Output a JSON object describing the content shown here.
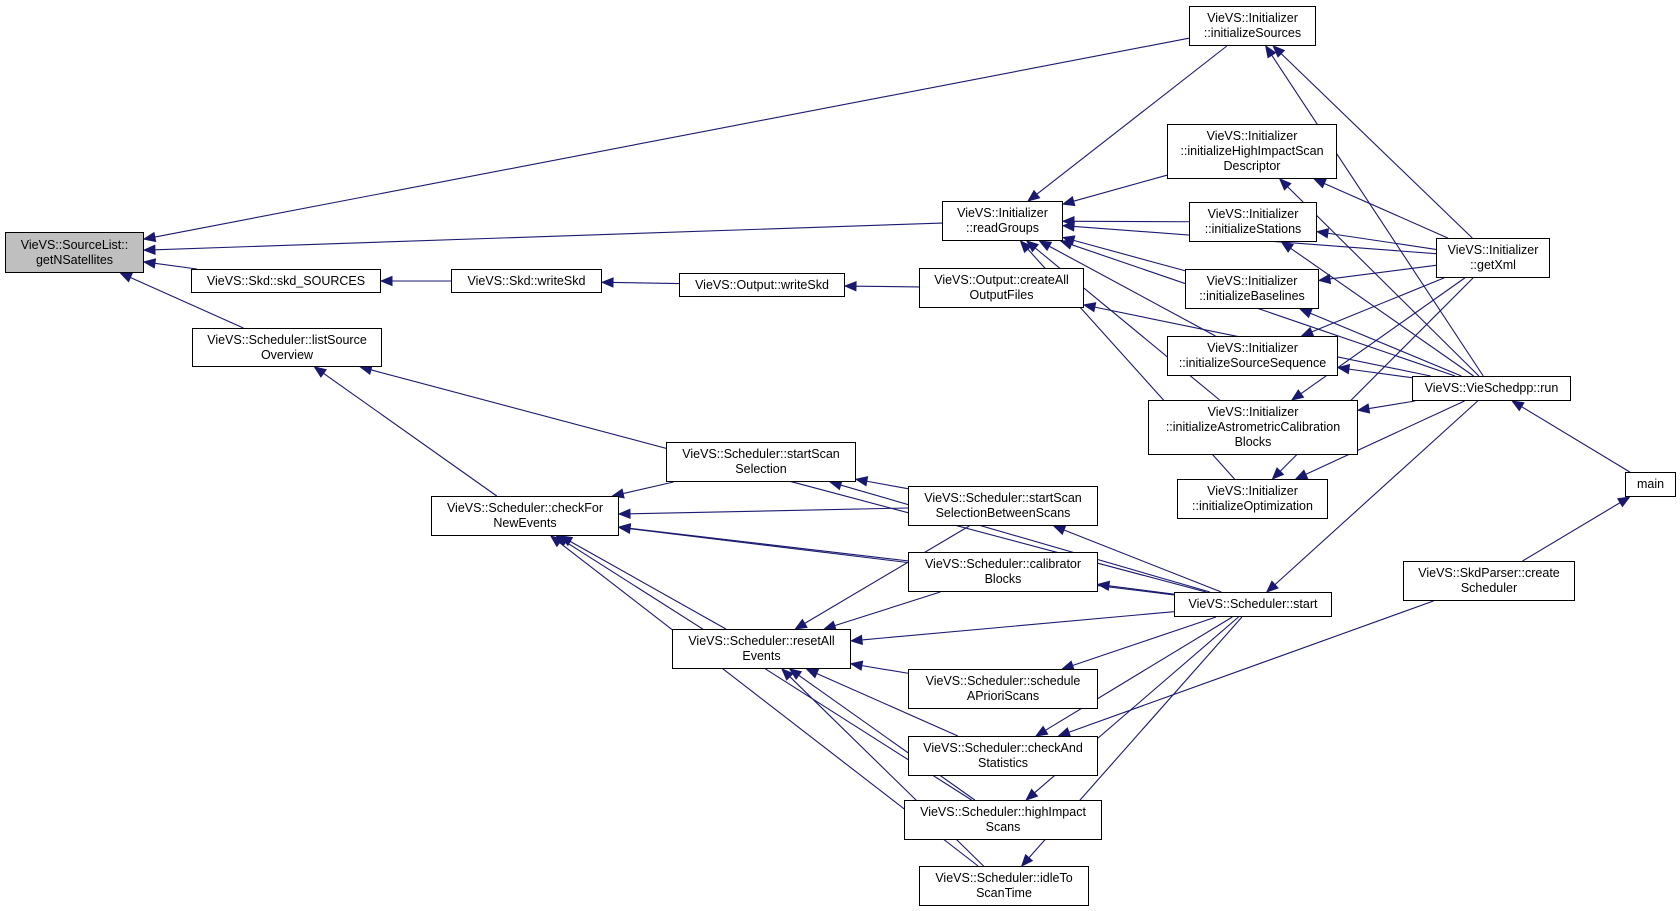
{
  "graph": {
    "edge_color": "#191970",
    "focus_fill": "#bfbfbf",
    "nodes": [
      {
        "id": "sourcelist_getnsatellites",
        "lines": [
          "VieVS::SourceList::",
          "getNSatellites"
        ],
        "focus": true
      },
      {
        "id": "skd_skd_sources",
        "lines": [
          "VieVS::Skd::skd_SOURCES"
        ]
      },
      {
        "id": "scheduler_listsourceoverview",
        "lines": [
          "VieVS::Scheduler::listSource",
          "Overview"
        ]
      },
      {
        "id": "skd_writeskd",
        "lines": [
          "VieVS::Skd::writeSkd"
        ]
      },
      {
        "id": "output_writeskd",
        "lines": [
          "VieVS::Output::writeSkd"
        ]
      },
      {
        "id": "output_createalloutputfiles",
        "lines": [
          "VieVS::Output::createAll",
          "OutputFiles"
        ]
      },
      {
        "id": "initializer_readgroups",
        "lines": [
          "VieVS::Initializer",
          "::readGroups"
        ]
      },
      {
        "id": "initializer_initializesources",
        "lines": [
          "VieVS::Initializer",
          "::initializeSources"
        ]
      },
      {
        "id": "initializer_initializehighimpactscandescriptor",
        "lines": [
          "VieVS::Initializer",
          "::initializeHighImpactScan",
          "Descriptor"
        ]
      },
      {
        "id": "initializer_initializestations",
        "lines": [
          "VieVS::Initializer",
          "::initializeStations"
        ]
      },
      {
        "id": "initializer_initializebaselines",
        "lines": [
          "VieVS::Initializer",
          "::initializeBaselines"
        ]
      },
      {
        "id": "initializer_initializesourcesequence",
        "lines": [
          "VieVS::Initializer",
          "::initializeSourceSequence"
        ]
      },
      {
        "id": "initializer_initializeastrometriccalibrationblocks",
        "lines": [
          "VieVS::Initializer",
          "::initializeAstrometricCalibration",
          "Blocks"
        ]
      },
      {
        "id": "initializer_initializeoptimization",
        "lines": [
          "VieVS::Initializer",
          "::initializeOptimization"
        ]
      },
      {
        "id": "initializer_getxml",
        "lines": [
          "VieVS::Initializer",
          "::getXml"
        ]
      },
      {
        "id": "vieschedpp_run",
        "lines": [
          "VieVS::VieSchedpp::run"
        ]
      },
      {
        "id": "main",
        "lines": [
          "main"
        ]
      },
      {
        "id": "skdparser_createscheduler",
        "lines": [
          "VieVS::SkdParser::create",
          "Scheduler"
        ]
      },
      {
        "id": "scheduler_checkfornewevents",
        "lines": [
          "VieVS::Scheduler::checkFor",
          "NewEvents"
        ]
      },
      {
        "id": "scheduler_startscanselection",
        "lines": [
          "VieVS::Scheduler::startScan",
          "Selection"
        ]
      },
      {
        "id": "scheduler_startscanselectionbetweenscans",
        "lines": [
          "VieVS::Scheduler::startScan",
          "SelectionBetweenScans"
        ]
      },
      {
        "id": "scheduler_calibratorblocks",
        "lines": [
          "VieVS::Scheduler::calibrator",
          "Blocks"
        ]
      },
      {
        "id": "scheduler_start",
        "lines": [
          "VieVS::Scheduler::start"
        ]
      },
      {
        "id": "scheduler_resetallevents",
        "lines": [
          "VieVS::Scheduler::resetAll",
          "Events"
        ]
      },
      {
        "id": "scheduler_scheduleaprioriscans",
        "lines": [
          "VieVS::Scheduler::schedule",
          "APrioriScans"
        ]
      },
      {
        "id": "scheduler_checkandstatistics",
        "lines": [
          "VieVS::Scheduler::checkAnd",
          "Statistics"
        ]
      },
      {
        "id": "scheduler_highimpactscans",
        "lines": [
          "VieVS::Scheduler::highImpact",
          "Scans"
        ]
      },
      {
        "id": "scheduler_idletoscantime",
        "lines": [
          "VieVS::Scheduler::idleTo",
          "ScanTime"
        ]
      }
    ],
    "edges": [
      [
        "skd_skd_sources",
        "sourcelist_getnsatellites"
      ],
      [
        "scheduler_listsourceoverview",
        "sourcelist_getnsatellites"
      ],
      [
        "initializer_readgroups",
        "sourcelist_getnsatellites"
      ],
      [
        "initializer_initializesources",
        "sourcelist_getnsatellites"
      ],
      [
        "skd_writeskd",
        "skd_skd_sources"
      ],
      [
        "output_writeskd",
        "skd_writeskd"
      ],
      [
        "output_createalloutputfiles",
        "output_writeskd"
      ],
      [
        "vieschedpp_run",
        "output_createalloutputfiles"
      ],
      [
        "scheduler_checkfornewevents",
        "scheduler_listsourceoverview"
      ],
      [
        "scheduler_start",
        "scheduler_listsourceoverview"
      ],
      [
        "initializer_initializesources",
        "initializer_readgroups"
      ],
      [
        "initializer_initializehighimpactscandescriptor",
        "initializer_readgroups"
      ],
      [
        "initializer_initializestations",
        "initializer_readgroups"
      ],
      [
        "initializer_initializebaselines",
        "initializer_readgroups"
      ],
      [
        "initializer_initializesourcesequence",
        "initializer_readgroups"
      ],
      [
        "initializer_initializeastrometriccalibrationblocks",
        "initializer_readgroups"
      ],
      [
        "initializer_initializeoptimization",
        "initializer_readgroups"
      ],
      [
        "initializer_getxml",
        "initializer_readgroups"
      ],
      [
        "vieschedpp_run",
        "initializer_readgroups"
      ],
      [
        "initializer_getxml",
        "initializer_initializesources"
      ],
      [
        "vieschedpp_run",
        "initializer_initializesources"
      ],
      [
        "initializer_getxml",
        "initializer_initializehighimpactscandescriptor"
      ],
      [
        "vieschedpp_run",
        "initializer_initializehighimpactscandescriptor"
      ],
      [
        "initializer_getxml",
        "initializer_initializestations"
      ],
      [
        "vieschedpp_run",
        "initializer_initializestations"
      ],
      [
        "initializer_getxml",
        "initializer_initializebaselines"
      ],
      [
        "vieschedpp_run",
        "initializer_initializebaselines"
      ],
      [
        "initializer_getxml",
        "initializer_initializesourcesequence"
      ],
      [
        "vieschedpp_run",
        "initializer_initializesourcesequence"
      ],
      [
        "initializer_getxml",
        "initializer_initializeastrometriccalibrationblocks"
      ],
      [
        "vieschedpp_run",
        "initializer_initializeastrometriccalibrationblocks"
      ],
      [
        "initializer_getxml",
        "initializer_initializeoptimization"
      ],
      [
        "vieschedpp_run",
        "initializer_initializeoptimization"
      ],
      [
        "main",
        "vieschedpp_run"
      ],
      [
        "skdparser_createscheduler",
        "main"
      ],
      [
        "scheduler_startscanselection",
        "scheduler_checkfornewevents"
      ],
      [
        "scheduler_startscanselectionbetweenscans",
        "scheduler_checkfornewevents"
      ],
      [
        "scheduler_calibratorblocks",
        "scheduler_checkfornewevents"
      ],
      [
        "scheduler_resetallevents",
        "scheduler_checkfornewevents"
      ],
      [
        "scheduler_highimpactscans",
        "scheduler_checkfornewevents"
      ],
      [
        "scheduler_idletoscantime",
        "scheduler_checkfornewevents"
      ],
      [
        "scheduler_start",
        "scheduler_checkfornewevents"
      ],
      [
        "scheduler_startscanselectionbetweenscans",
        "scheduler_startscanselection"
      ],
      [
        "scheduler_start",
        "scheduler_startscanselection"
      ],
      [
        "scheduler_start",
        "scheduler_startscanselectionbetweenscans"
      ],
      [
        "scheduler_start",
        "scheduler_calibratorblocks"
      ],
      [
        "vieschedpp_run",
        "scheduler_start"
      ],
      [
        "scheduler_startscanselectionbetweenscans",
        "scheduler_resetallevents"
      ],
      [
        "scheduler_calibratorblocks",
        "scheduler_resetallevents"
      ],
      [
        "scheduler_start",
        "scheduler_resetallevents"
      ],
      [
        "scheduler_scheduleaprioriscans",
        "scheduler_resetallevents"
      ],
      [
        "scheduler_checkandstatistics",
        "scheduler_resetallevents"
      ],
      [
        "scheduler_highimpactscans",
        "scheduler_resetallevents"
      ],
      [
        "scheduler_idletoscantime",
        "scheduler_resetallevents"
      ],
      [
        "scheduler_start",
        "scheduler_scheduleaprioriscans"
      ],
      [
        "scheduler_start",
        "scheduler_checkandstatistics"
      ],
      [
        "skdparser_createscheduler",
        "scheduler_checkandstatistics"
      ],
      [
        "scheduler_start",
        "scheduler_highimpactscans"
      ],
      [
        "scheduler_start",
        "scheduler_idletoscantime"
      ]
    ]
  }
}
